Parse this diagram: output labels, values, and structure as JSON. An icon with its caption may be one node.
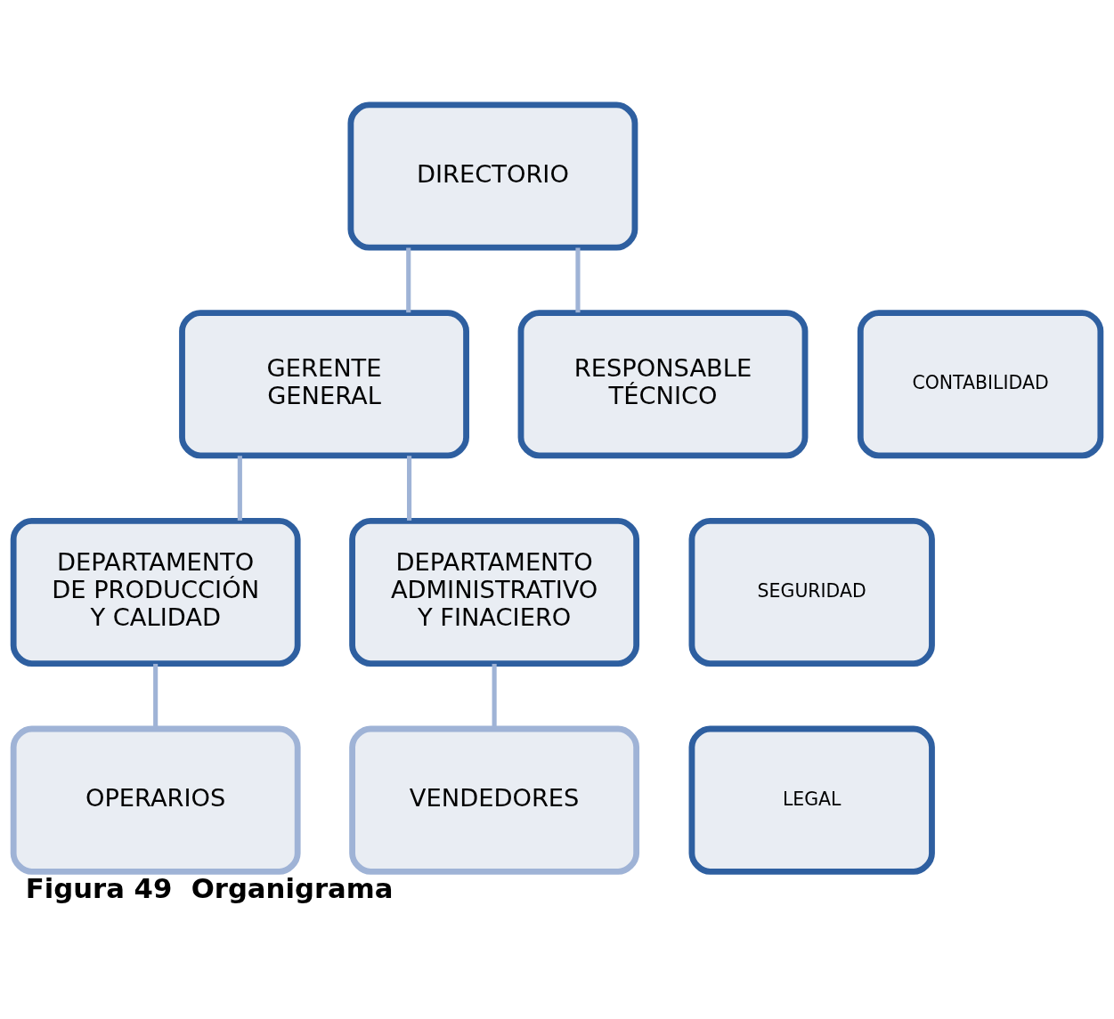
{
  "diagram": {
    "caption": "Figura 49  Organigrama",
    "nodes": [
      {
        "text": [
          "DIRECTORIO"
        ]
      },
      {
        "text": [
          "GERENTE GENERAL"
        ]
      },
      {
        "text": [
          "RESPONSABLE TÉCNICO"
        ]
      },
      {
        "text": [
          "DEPARTAMENTO DE PRODUCCIÓN Y CALIDAD"
        ]
      },
      {
        "text": [
          "DEPARTAMENTO ADMINISTRATIVO Y FINACIERO"
        ]
      },
      {
        "text": [
          "OPERARIOS"
        ]
      },
      {
        "text": [
          "VENDEDORES"
        ]
      },
      {
        "text": [
          "CONTABILIDAD"
        ]
      },
      {
        "text": [
          "SEGURIDAD"
        ]
      },
      {
        "text": [
          "LEGAL"
        ]
      }
    ],
    "edges": [
      {
        "from": 0,
        "to": 1,
        "arrow": "none"
      },
      {
        "from": 0,
        "to": 2,
        "arrow": "none"
      },
      {
        "from": 1,
        "to": 3,
        "arrow": "none"
      },
      {
        "from": 1,
        "to": 4,
        "arrow": "none"
      },
      {
        "from": 3,
        "to": 5,
        "arrow": "none"
      },
      {
        "from": 4,
        "to": 6,
        "arrow": "none"
      }
    ]
  }
}
